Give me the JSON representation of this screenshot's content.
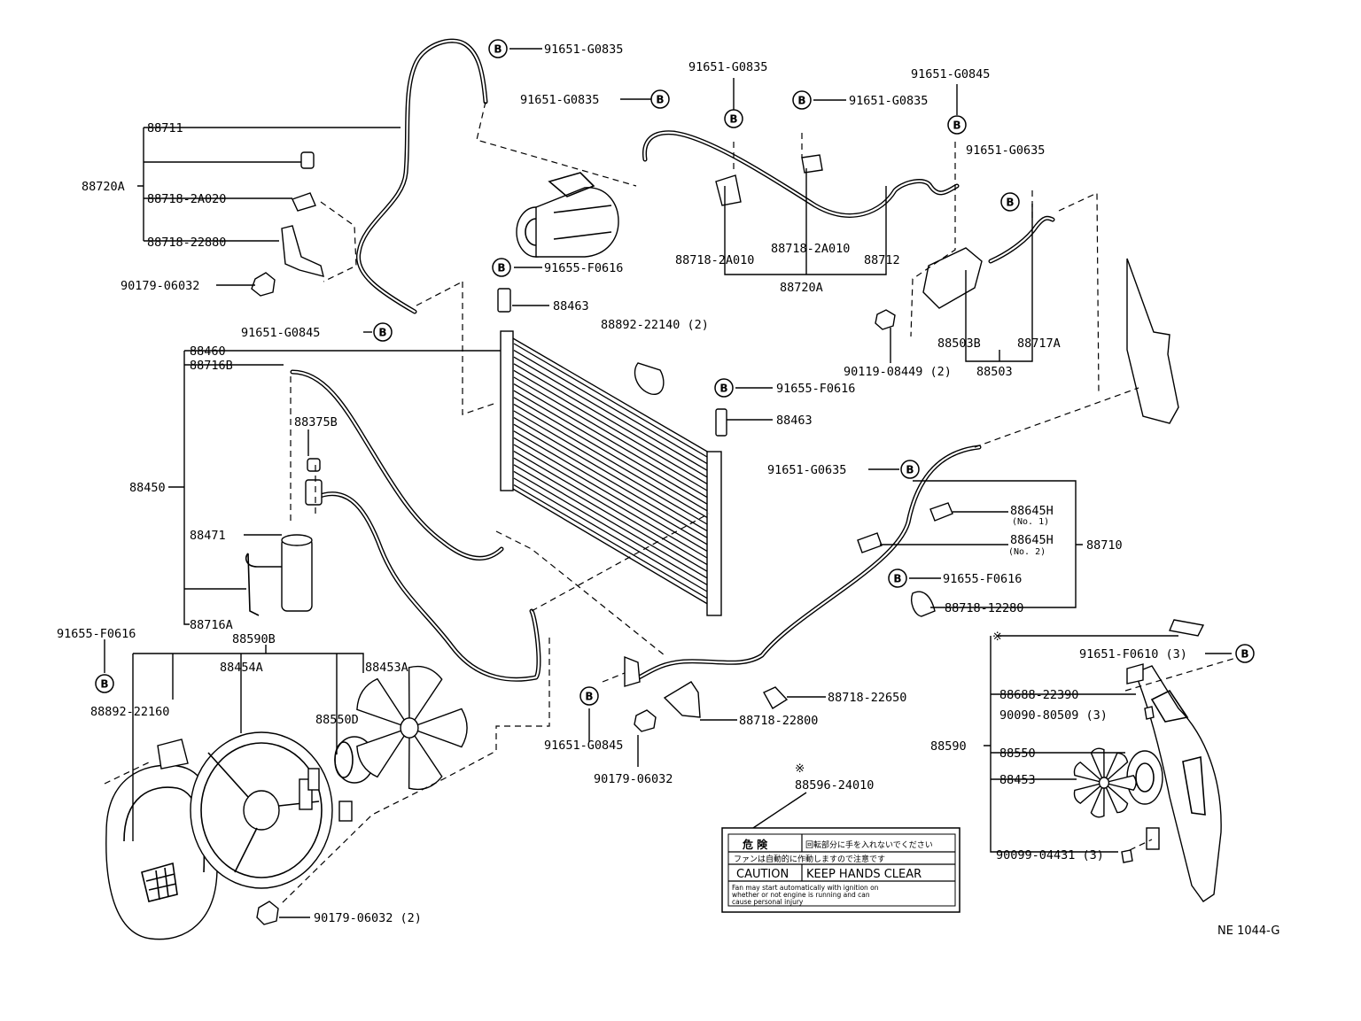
{
  "diagram_code": "NE 1044-G",
  "bolt_marker": "B",
  "asterisk": "※",
  "labels": {
    "p91651_G0835_a": "91651-G0835",
    "p91651_G0835_b": "91651-G0835",
    "p91651_G0835_c": "91651-G0835",
    "p91651_G0835_d": "91651-G0835",
    "p91651_G0845_top": "91651-G0845",
    "p91651_G0635_a": "91651-G0635",
    "p88711": "88711",
    "p88720A_left": "88720A",
    "p88718_2A020": "88718-2A020",
    "p88718_22880": "88718-22880",
    "p90179_06032_a": "90179-06032",
    "p91651_G0845_left": "91651-G0845",
    "p91655_F0616_a": "91655-F0616",
    "p88463_a": "88463",
    "p88892_22140": "88892-22140 (2)",
    "p91655_F0616_b": "91655-F0616",
    "p88463_b": "88463",
    "p88718_2A010_a": "88718-2A010",
    "p88718_2A010_b": "88718-2A010",
    "p88712": "88712",
    "p88720A_mid": "88720A",
    "p88503B": "88503B",
    "p88717A": "88717A",
    "p88503": "88503",
    "p90119_08449": "90119-08449 (2)",
    "p88460": "88460",
    "p88716B": "88716B",
    "p88375B": "88375B",
    "p88450": "88450",
    "p88471": "88471",
    "p88716A": "88716A",
    "p91651_G0635_b": "91651-G0635",
    "p88645H_1": "88645H",
    "p88645H_1_note": "(No. 1)",
    "p88645H_2": "88645H",
    "p88645H_2_note": "(No. 2)",
    "p88710": "88710",
    "p91655_F0616_c": "91655-F0616",
    "p88718_12280": "88718-12280",
    "p91655_F0616_d": "91655-F0616",
    "p88590B": "88590B",
    "p88454A": "88454A",
    "p88453A": "88453A",
    "p88892_22160": "88892-22160",
    "p88550D": "88550D",
    "p90179_06032_b": "90179-06032 (2)",
    "p88718_22650": "88718-22650",
    "p88718_22800": "88718-22800",
    "p91651_G0845_b": "91651-G0845",
    "p90179_06032_c": "90179-06032",
    "p88596_24010": "88596-24010",
    "p91651_F0610": "91651-F0610 (3)",
    "p88688_22390": "88688-22390",
    "p90090_80509": "90090-80509 (3)",
    "p88590": "88590",
    "p88550": "88550",
    "p88453": "88453",
    "p90099_04431": "90099-04431 (3)"
  },
  "caution_label": {
    "jp_row1_left": "危 険",
    "jp_row1_right": "回転部分に手を入れないでください",
    "jp_row2": "ファンは自動的に作動しますので注意です",
    "caution": "CAUTION",
    "keep_clear": "KEEP HANDS CLEAR",
    "fine1": "Fan may start automatically with ignition on",
    "fine2": "whether or not engine is running and can",
    "fine3": "cause personal injury"
  }
}
